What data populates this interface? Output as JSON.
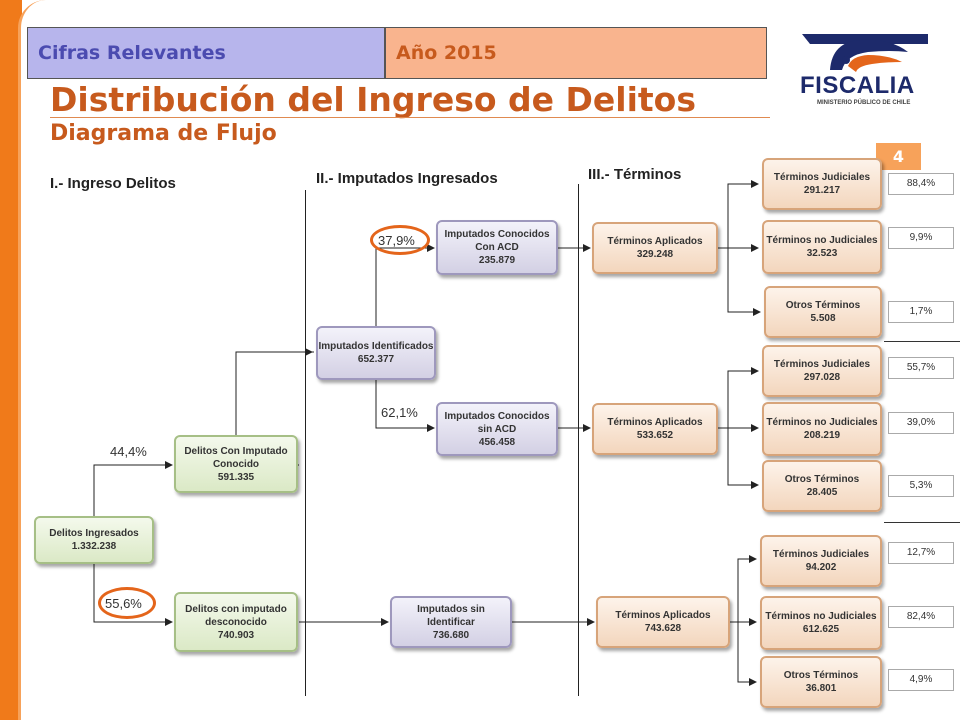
{
  "header": {
    "tab1": "Cifras Relevantes",
    "tab2": "Año 2015",
    "title": "Distribución del Ingreso de Delitos",
    "subtitle": "Diagrama de Flujo",
    "page_number": "4"
  },
  "logo": {
    "name": "FISCALIA",
    "subtitle": "MINISTERIO PÚBLICO DE CHILE"
  },
  "sections": {
    "s1": "I.- Ingreso Delitos",
    "s2": "II.- Imputados Ingresados",
    "s3": "III.- Términos"
  },
  "nodes": {
    "delitos_ingresados": {
      "label": "Delitos Ingresados",
      "value": "1.332.238"
    },
    "delitos_con_imputado": {
      "label": "Delitos Con Imputado Conocido",
      "value": "591.335"
    },
    "delitos_desconocido": {
      "label": "Delitos con imputado desconocido",
      "value": "740.903"
    },
    "imputados_identificados": {
      "label": "Imputados Identificados",
      "value": "652.377"
    },
    "imputados_con_acd": {
      "label": "Imputados Conocidos Con ACD",
      "value": "235.879"
    },
    "imputados_sin_acd": {
      "label": "Imputados Conocidos sin ACD",
      "value": "456.458"
    },
    "imputados_sin_identificar": {
      "label": "Imputados sin Identificar",
      "value": "736.680"
    },
    "terminos_aplicados_1": {
      "label": "Términos Aplicados",
      "value": "329.248"
    },
    "terminos_aplicados_2": {
      "label": "Términos Aplicados",
      "value": "533.652"
    },
    "terminos_aplicados_3": {
      "label": "Términos Aplicados",
      "value": "743.628"
    },
    "tj1": {
      "label": "Términos Judiciales",
      "value": "291.217"
    },
    "tnj1": {
      "label": "Términos no Judiciales",
      "value": "32.523"
    },
    "ot1": {
      "label": "Otros Términos",
      "value": "5.508"
    },
    "tj2": {
      "label": "Términos Judiciales",
      "value": "297.028"
    },
    "tnj2": {
      "label": "Términos no Judiciales",
      "value": "208.219"
    },
    "ot2": {
      "label": "Otros Términos",
      "value": "28.405"
    },
    "tj3": {
      "label": "Términos Judiciales",
      "value": "94.202"
    },
    "tnj3": {
      "label": "Términos no Judiciales",
      "value": "612.625"
    },
    "ot3": {
      "label": "Otros Términos",
      "value": "36.801"
    }
  },
  "percentages": {
    "p_44": "44,4%",
    "p_55": "55,6%",
    "p_379": "37,9%",
    "p_621": "62,1%",
    "r1": "88,4%",
    "r2": "9,9%",
    "r3": "1,7%",
    "r4": "55,7%",
    "r5": "39,0%",
    "r6": "5,3%",
    "r7": "12,7%",
    "r8": "82,4%",
    "r9": "4,9%"
  },
  "colors": {
    "accent_orange": "#e4651b",
    "tab1_bg": "#b7b5ec",
    "tab2_bg": "#f9b48e",
    "title": "#c75a1d"
  }
}
